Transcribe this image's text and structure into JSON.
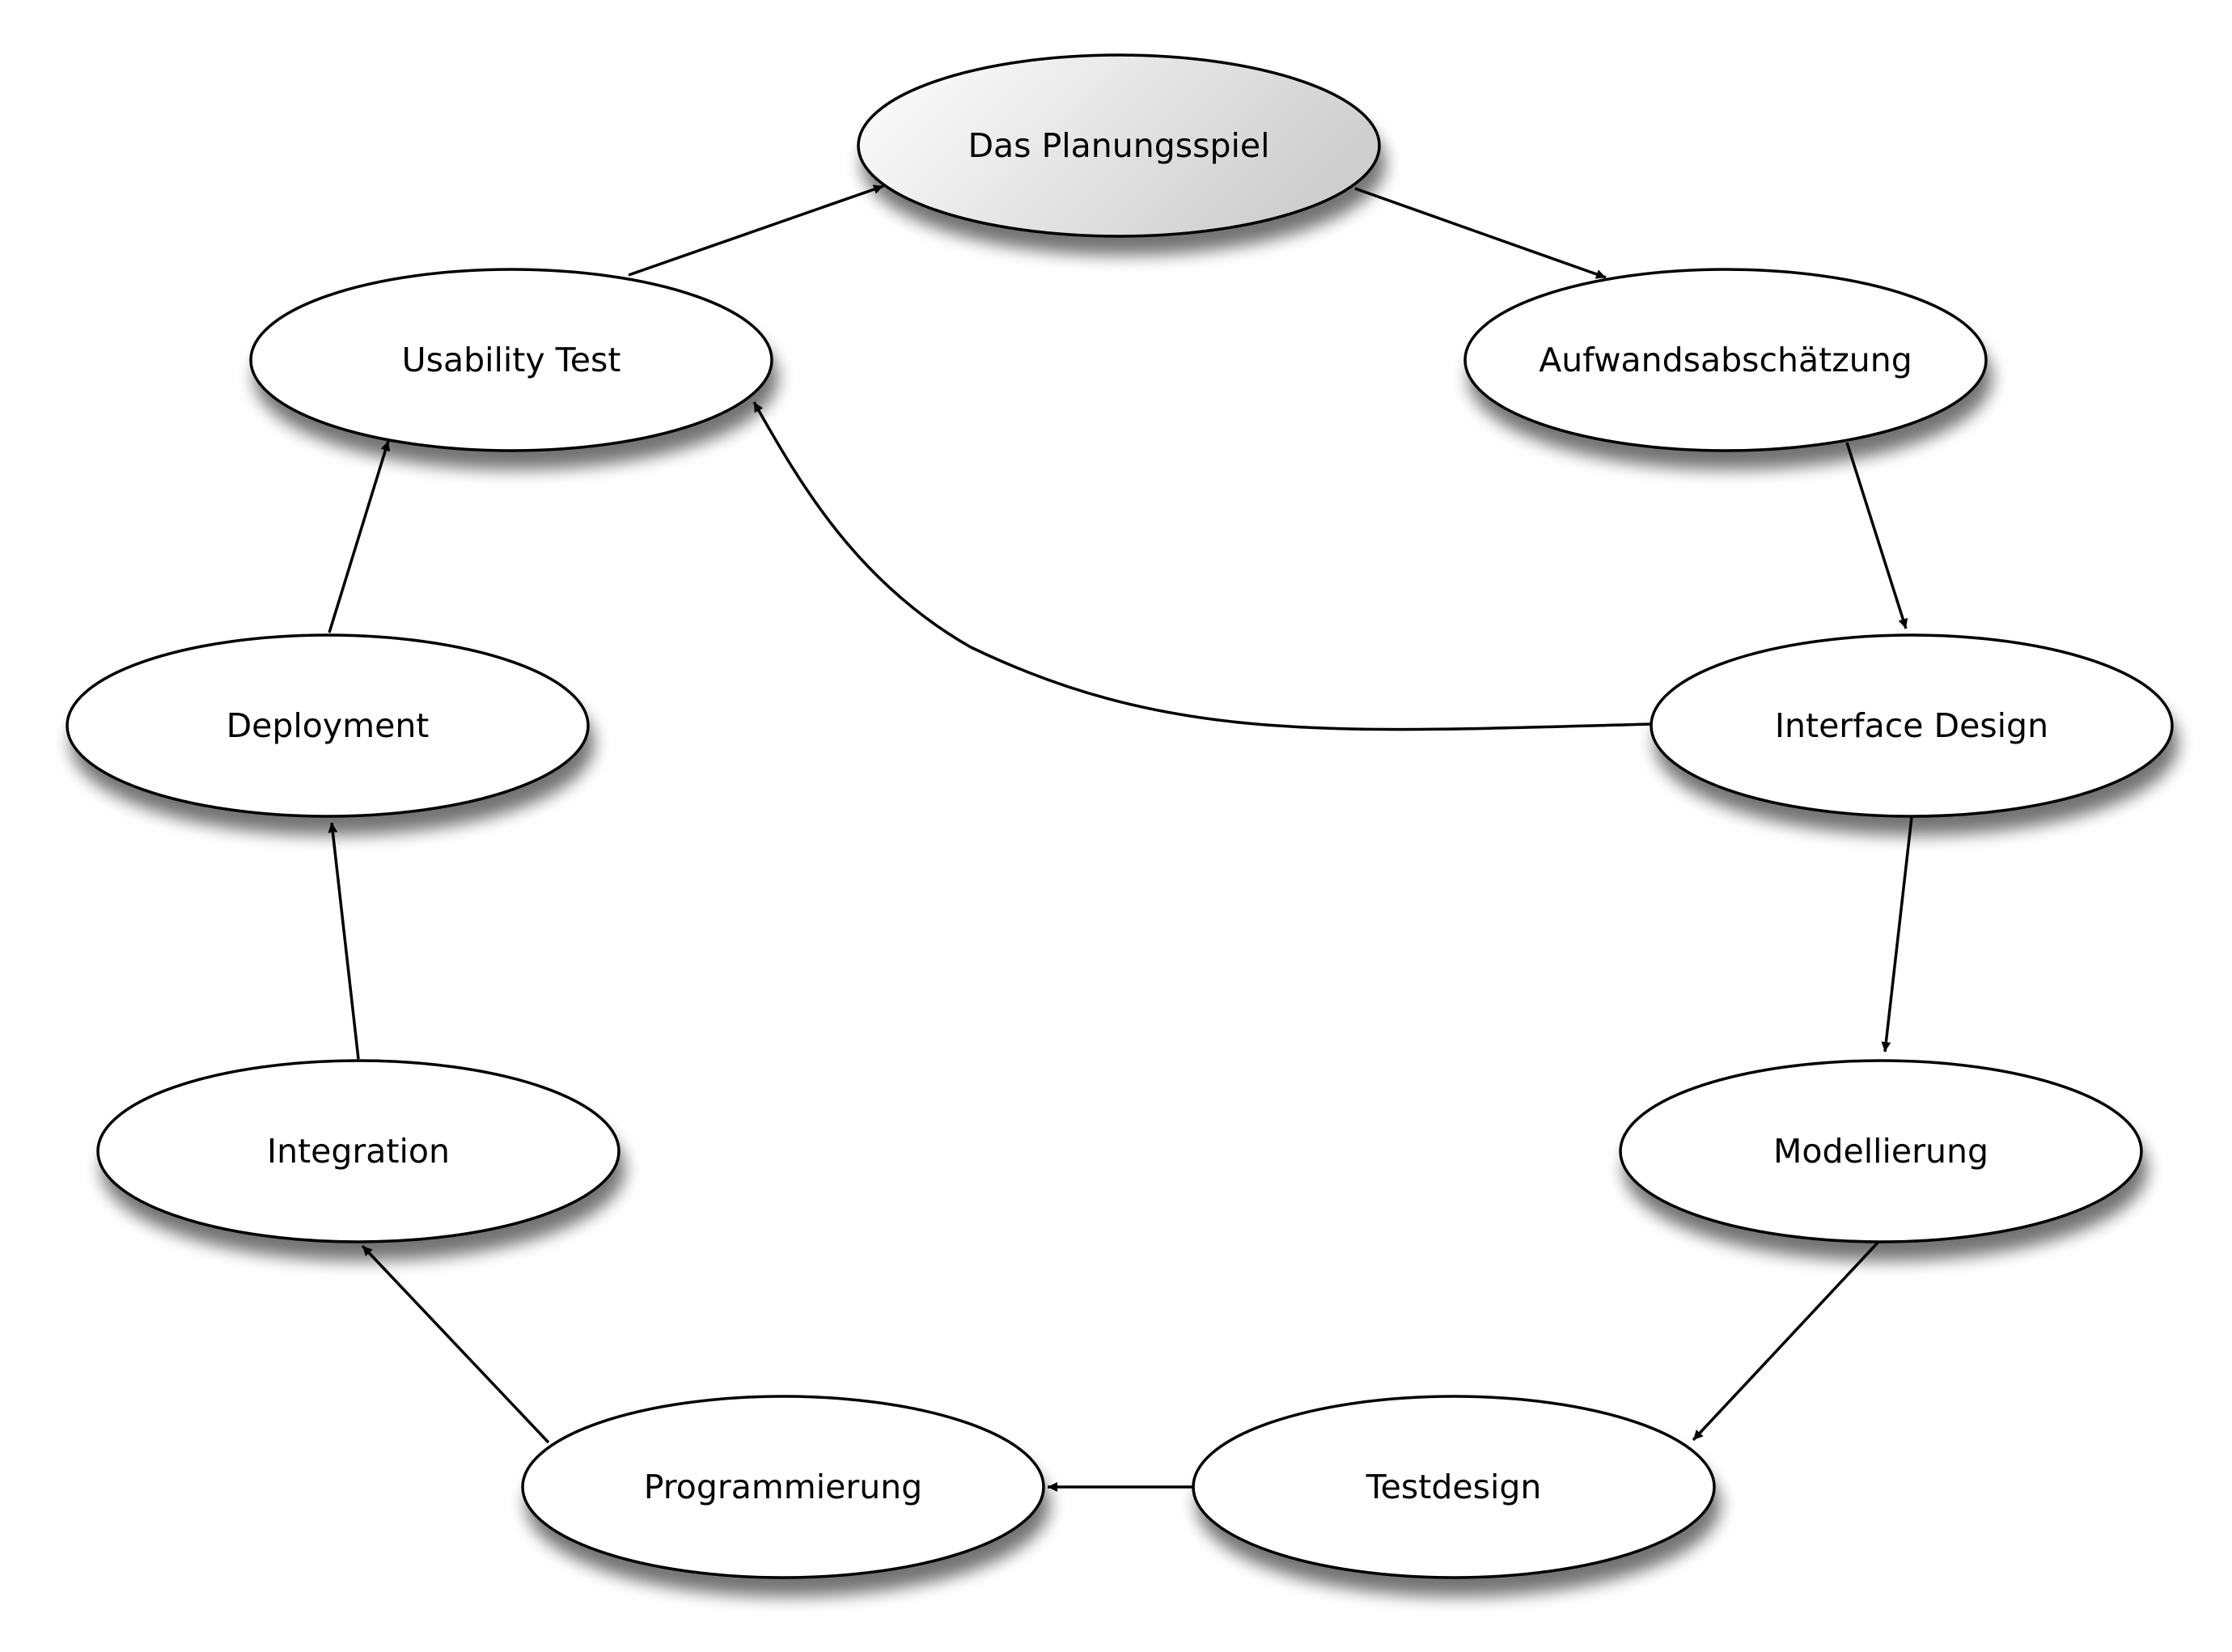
{
  "nodes": {
    "planungsspiel": {
      "label": "Das Planungsspiel"
    },
    "aufwand": {
      "label": "Aufwandsabschätzung"
    },
    "interface": {
      "label": "Interface Design"
    },
    "modellierung": {
      "label": "Modellierung"
    },
    "testdesign": {
      "label": "Testdesign"
    },
    "programmierung": {
      "label": "Programmierung"
    },
    "integration": {
      "label": "Integration"
    },
    "deployment": {
      "label": "Deployment"
    },
    "usability": {
      "label": "Usability Test"
    }
  },
  "edges": [
    {
      "from": "planungsspiel",
      "to": "aufwand"
    },
    {
      "from": "aufwand",
      "to": "interface"
    },
    {
      "from": "interface",
      "to": "modellierung"
    },
    {
      "from": "modellierung",
      "to": "testdesign"
    },
    {
      "from": "testdesign",
      "to": "programmierung"
    },
    {
      "from": "programmierung",
      "to": "integration"
    },
    {
      "from": "integration",
      "to": "deployment"
    },
    {
      "from": "deployment",
      "to": "usability"
    },
    {
      "from": "usability",
      "to": "planungsspiel"
    },
    {
      "from": "interface",
      "to": "usability"
    }
  ],
  "colors": {
    "node_fill": "#ffffff",
    "highlight_gradient_light": "#ffffff",
    "highlight_gradient_dark": "#cfcfcf",
    "stroke": "#000000"
  }
}
